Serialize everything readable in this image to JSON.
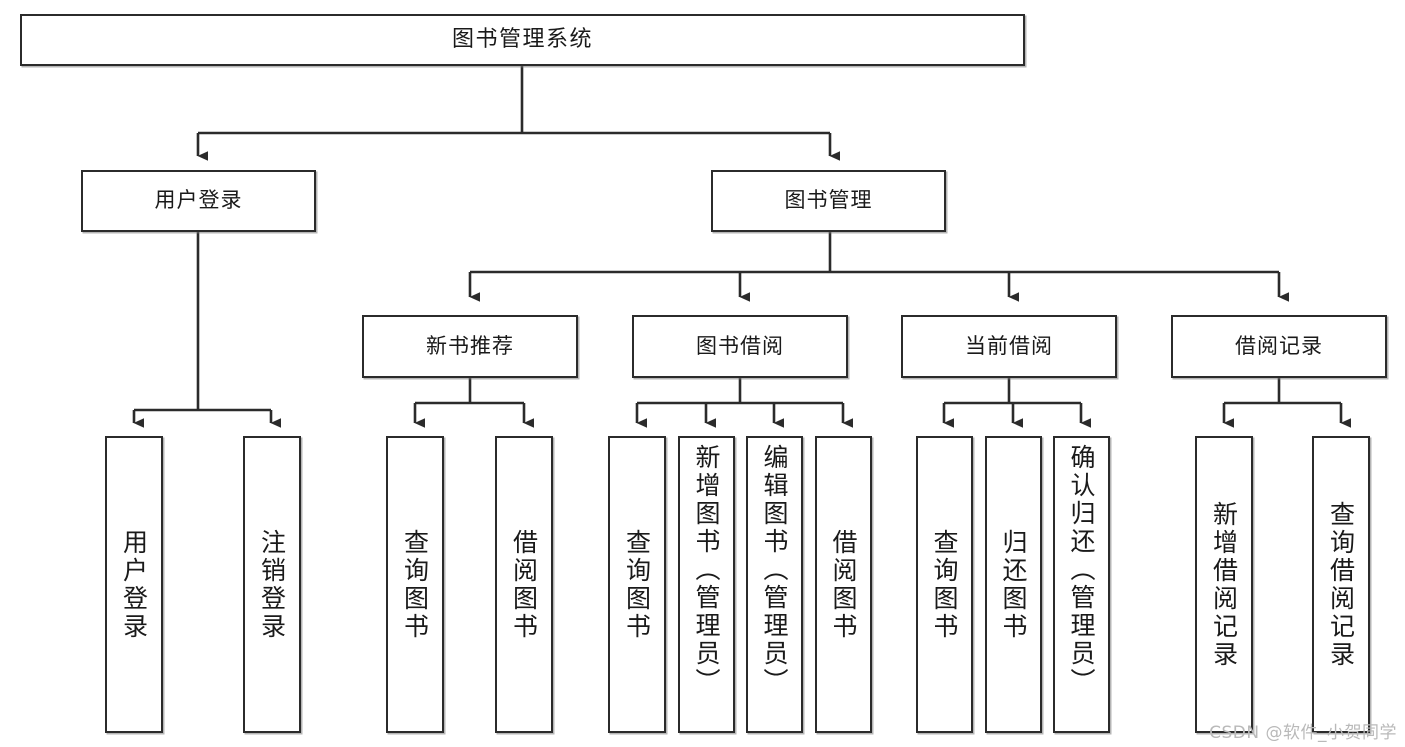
{
  "diagram": {
    "type": "tree",
    "title": "图书管理系统",
    "root": {
      "id": "root",
      "label": "图书管理系统"
    },
    "level2": [
      {
        "id": "user-login",
        "label": "用户登录"
      },
      {
        "id": "book-manage",
        "label": "图书管理"
      }
    ],
    "level3": [
      {
        "id": "new-book-recommend",
        "label": "新书推荐"
      },
      {
        "id": "book-borrow",
        "label": "图书借阅"
      },
      {
        "id": "current-borrow",
        "label": "当前借阅"
      },
      {
        "id": "borrow-record",
        "label": "借阅记录"
      }
    ],
    "leaves": {
      "user_login": [
        {
          "id": "leaf-user-login",
          "label": "用户登录"
        },
        {
          "id": "leaf-logout-login",
          "label": "注销登录"
        }
      ],
      "new_book_recommend": [
        {
          "id": "leaf-query-book-1",
          "label": "查询图书"
        },
        {
          "id": "leaf-borrow-book-1",
          "label": "借阅图书"
        }
      ],
      "book_borrow": [
        {
          "id": "leaf-query-book-2",
          "label": "查询图书"
        },
        {
          "id": "leaf-add-book-admin",
          "label": "新增图书（管理员）"
        },
        {
          "id": "leaf-edit-book-admin",
          "label": "编辑图书（管理员）"
        },
        {
          "id": "leaf-borrow-book-2",
          "label": "借阅图书"
        }
      ],
      "current_borrow": [
        {
          "id": "leaf-query-book-3",
          "label": "查询图书"
        },
        {
          "id": "leaf-return-book",
          "label": "归还图书"
        },
        {
          "id": "leaf-confirm-return-admin",
          "label": "确认归还（管理员）"
        }
      ],
      "borrow_record": [
        {
          "id": "leaf-add-borrow-record",
          "label": "新增借阅记录"
        },
        {
          "id": "leaf-query-borrow-record",
          "label": "查询借阅记录"
        }
      ]
    }
  },
  "watermark": {
    "text": "CSDN @软件_小贺同学"
  },
  "colors": {
    "background": "#ffffff",
    "box_border": "#2b2b2b",
    "box_fill": "#ffffff",
    "text": "#1a1a1a",
    "connector": "#2b2b2b",
    "watermark": "#b9b9b9"
  }
}
